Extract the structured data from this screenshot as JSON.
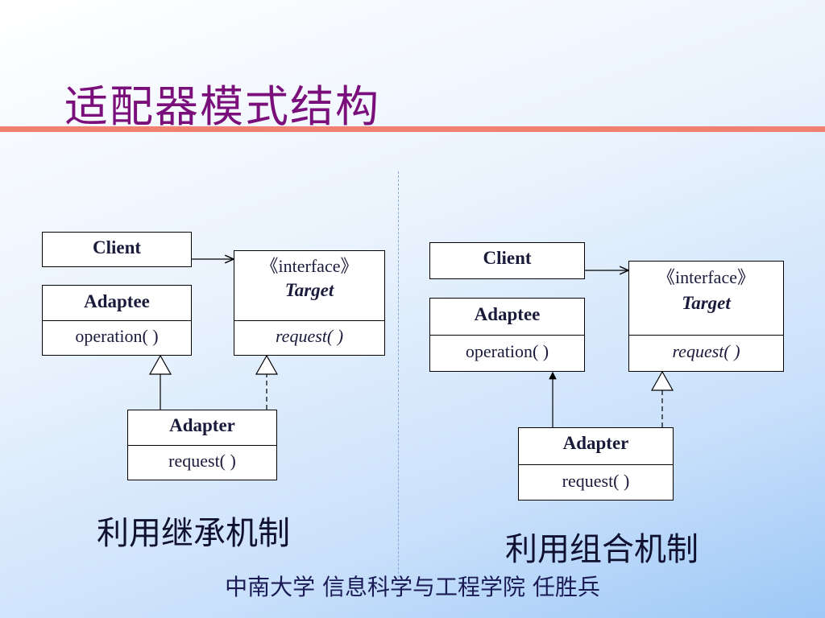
{
  "title": "适配器模式结构",
  "left": {
    "client": "Client",
    "adaptee": {
      "name": "Adaptee",
      "method": "operation( )"
    },
    "target": {
      "stereotype": "《interface》",
      "name": "Target",
      "method": "request( )"
    },
    "adapter": {
      "name": "Adapter",
      "method": "request( )"
    },
    "caption": "利用继承机制"
  },
  "right": {
    "client": "Client",
    "adaptee": {
      "name": "Adaptee",
      "method": "operation( )"
    },
    "target": {
      "stereotype": "《interface》",
      "name": "Target",
      "method": "request( )"
    },
    "adapter": {
      "name": "Adapter",
      "method": "request( )"
    },
    "caption": "利用组合机制"
  },
  "footer": "中南大学 信息科学与工程学院 任胜兵"
}
